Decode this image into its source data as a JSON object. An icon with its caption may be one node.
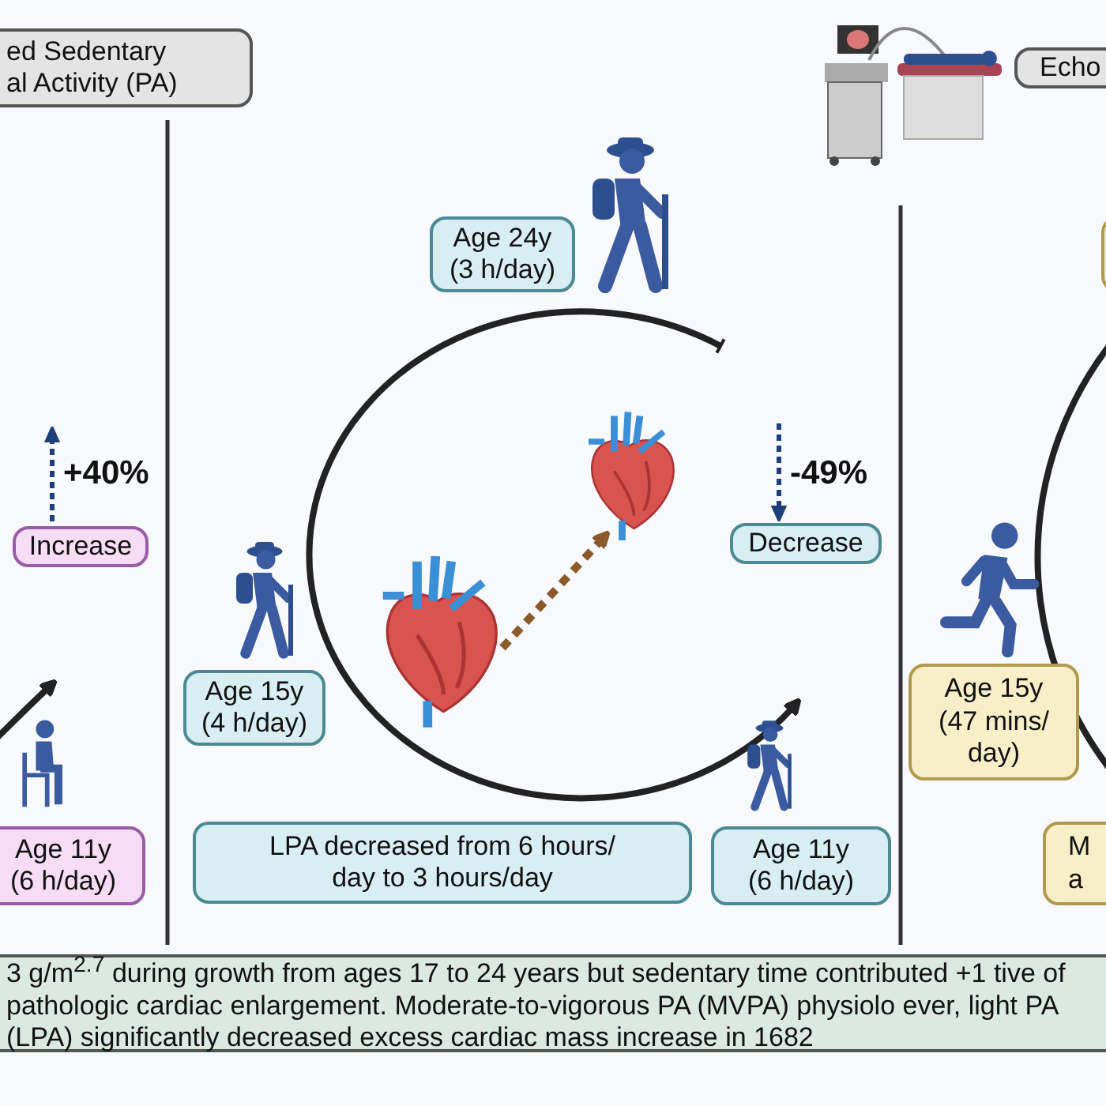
{
  "diagram": {
    "nodes": [
      {
        "text": [
          "ed Sedentary al Activity (PA)"
        ]
      },
      {
        "text": [
          "Echo"
        ]
      },
      {
        "text": [
          "Increase"
        ]
      },
      {
        "text": [
          "Age 11y (6 h/day)"
        ]
      },
      {
        "text": [
          "Age 24y (3 h/day)"
        ]
      },
      {
        "text": [
          "Age 15y (4 h/day)"
        ]
      },
      {
        "text": [
          "Decrease"
        ]
      },
      {
        "text": [
          "LPA decreased from 6 hours/ day to 3 hours/day"
        ]
      },
      {
        "text": [
          "Age 11y (6 h/day)"
        ]
      },
      {
        "text": [
          "Age 15y (47 mins/ day)"
        ]
      },
      {
        "text": [
          "M a"
        ]
      },
      {
        "text": [],
        "shape": "box"
      },
      {
        "text": [
          "3 g/m$^{2.7}$ during growth from ages 17 to 24 years but sedentary time contributed +1 tive of pathologic cardiac enlargement. Moderate-to-vigorous PA (MVPA) physiolo ever, light PA (LPA) significantly decreased excess cardiac mass increase in 1682"
        ]
      },
      {
        "text": [],
        "shape": "picture"
      },
      {
        "text": [],
        "shape": "picture"
      }
    ],
    "edges": [
      {
        "from": 13,
        "to": 14,
        "arrow": "to",
        "style": "dashed",
        "color": "#8b5a2b"
      }
    ],
    "labels": [
      "+40%",
      "-49%"
    ]
  }
}
